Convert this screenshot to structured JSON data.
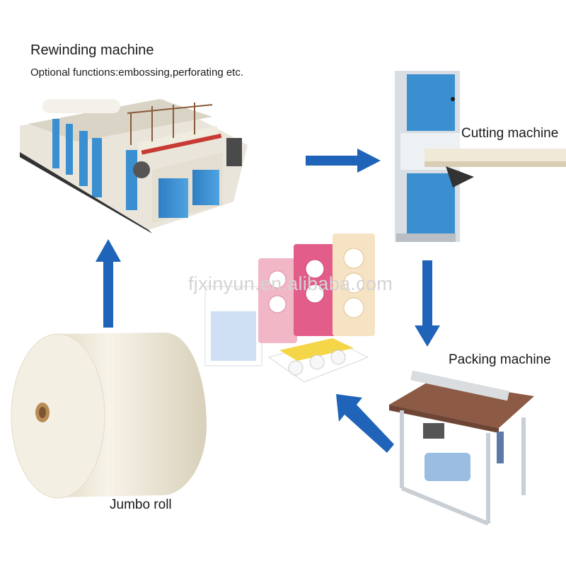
{
  "diagram": {
    "rewinding": {
      "title": "Rewinding machine",
      "subtitle": "Optional functions:embossing,perforating etc."
    },
    "cutting": {
      "label": "Cutting machine"
    },
    "packing": {
      "label": "Packing machine"
    },
    "jumbo": {
      "label": "Jumbo roll"
    },
    "watermark": "fjxinyun.en.alibaba.com"
  },
  "colors": {
    "arrow": "#1f64b8",
    "machine_blue": "#3a8fd0",
    "frame_beige": "#ece6d8",
    "table_top": "#8c5a45",
    "roll": "#f3efe3"
  }
}
